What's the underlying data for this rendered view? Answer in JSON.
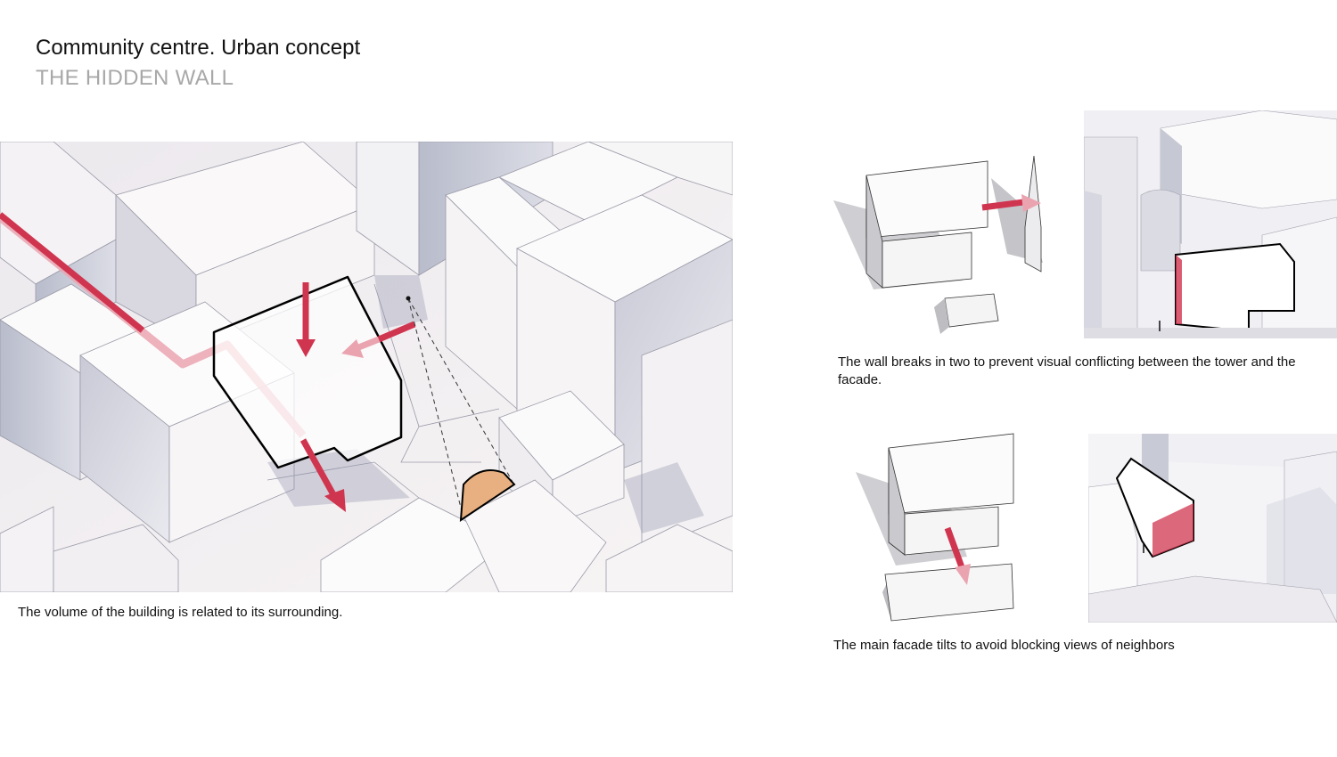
{
  "header": {
    "title": "Community centre. Urban concept",
    "subtitle": "THE HIDDEN WALL"
  },
  "captions": {
    "main": "The volume of the building is related to its surrounding.",
    "wall_breaks": "The wall breaks in two to prevent visual conflicting between  the tower and the facade.",
    "facade_tilts": "The main facade tilts to avoid blocking views of neighbors"
  },
  "colors": {
    "accent_red": "#d0354f",
    "accent_red_light": "#eaa4b0",
    "orange_fill": "#e8b080",
    "outline": "#000000"
  }
}
